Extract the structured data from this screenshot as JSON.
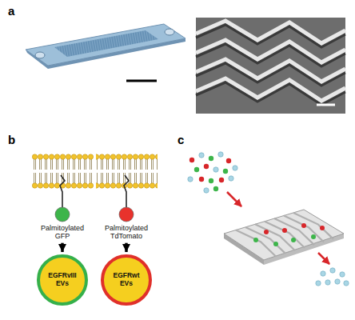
{
  "diagram": {
    "nodes": [
      {
        "text": [
          "Palmitoylated GFP"
        ]
      },
      {
        "text": [
          "Palmitoylated TdTomato"
        ]
      },
      {
        "text": [
          "EGFRvIII EVs"
        ]
      },
      {
        "text": [
          "EGFRwt EVs"
        ]
      }
    ],
    "edges": [
      {
        "from": 0,
        "to": 2,
        "arrow": "to"
      },
      {
        "from": 1,
        "to": 3,
        "arrow": "to"
      }
    ],
    "labels": [
      "a",
      "b",
      "c"
    ]
  }
}
